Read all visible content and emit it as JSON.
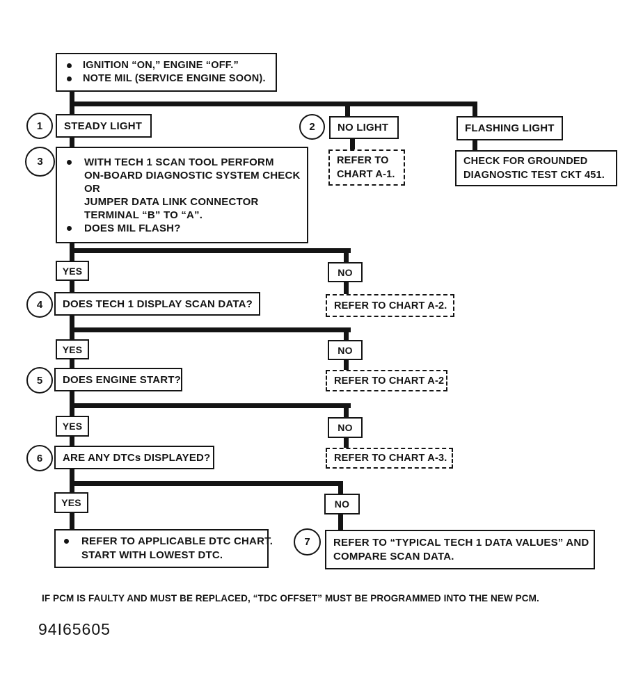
{
  "colors": {
    "ink": "#141414",
    "paper": "#ffffff"
  },
  "flowchart": {
    "start": {
      "bullets": [
        "IGNITION “ON,” ENGINE “OFF.”",
        "NOTE MIL (SERVICE ENGINE SOON)."
      ]
    },
    "steady": {
      "num": "1",
      "label": "STEADY LIGHT"
    },
    "no_light": {
      "num": "2",
      "label": "NO LIGHT",
      "action_lines": [
        "REFER TO",
        "CHART A-1."
      ]
    },
    "flashing": {
      "label": "FLASHING LIGHT",
      "action_lines": [
        "CHECK FOR GROUNDED",
        "DIAGNOSTIC TEST CKT 451."
      ]
    },
    "step3": {
      "num": "3",
      "bullet1_lines": [
        "WITH TECH 1 SCAN TOOL PERFORM",
        "ON-BOARD DIAGNOSTIC SYSTEM CHECK",
        "OR",
        "JUMPER DATA LINK CONNECTOR",
        "TERMINAL “B” TO “A”."
      ],
      "bullet2": "DOES MIL FLASH?"
    },
    "splits": [
      {
        "yes": "YES",
        "no": "NO",
        "no_action": "REFER TO CHART A-2."
      },
      {
        "yes": "YES",
        "no": "NO",
        "no_action": "REFER TO CHART A-2"
      },
      {
        "yes": "YES",
        "no": "NO",
        "no_action": "REFER TO CHART A-3."
      },
      {
        "yes": "YES",
        "no": "NO"
      }
    ],
    "questions": [
      {
        "num": "4",
        "text": "DOES TECH 1 DISPLAY SCAN DATA?"
      },
      {
        "num": "5",
        "text": "DOES ENGINE START?"
      },
      {
        "num": "6",
        "text": "ARE ANY DTCs DISPLAYED?"
      }
    ],
    "final_yes": {
      "lines": [
        "REFER TO APPLICABLE DTC CHART.",
        "START WITH LOWEST DTC."
      ]
    },
    "final_no": {
      "num": "7",
      "lines": [
        "REFER TO “TYPICAL TECH 1 DATA VALUES” AND",
        "COMPARE SCAN DATA."
      ]
    },
    "footer_note": "IF PCM IS FAULTY AND MUST BE REPLACED, “TDC OFFSET” MUST BE PROGRAMMED INTO THE NEW PCM.",
    "figure_id": "94I65605"
  }
}
